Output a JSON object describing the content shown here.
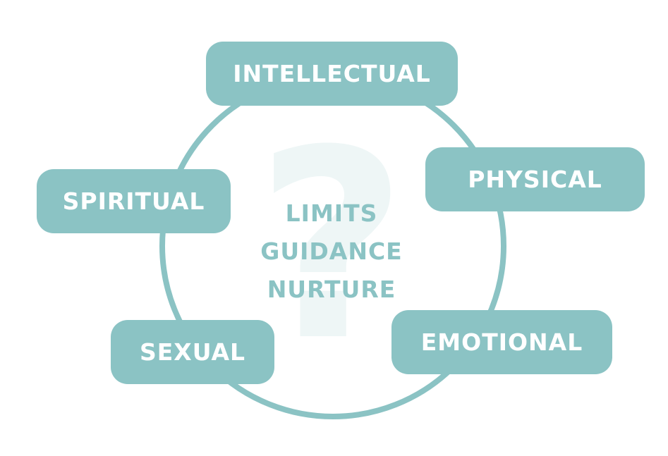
{
  "colors": {
    "accent": "#8bc3c4",
    "pill_text": "#ffffff",
    "question_mark": "#eef6f6",
    "background": "#ffffff"
  },
  "background_glyph": "?",
  "center": {
    "lines": [
      "LIMITS",
      "GUIDANCE",
      "NURTURE"
    ]
  },
  "domains": {
    "intellectual": "INTELLECTUAL",
    "physical": "PHYSICAL",
    "spiritual": "SPIRITUAL",
    "emotional": "EMOTIONAL",
    "sexual": "SEXUAL"
  }
}
